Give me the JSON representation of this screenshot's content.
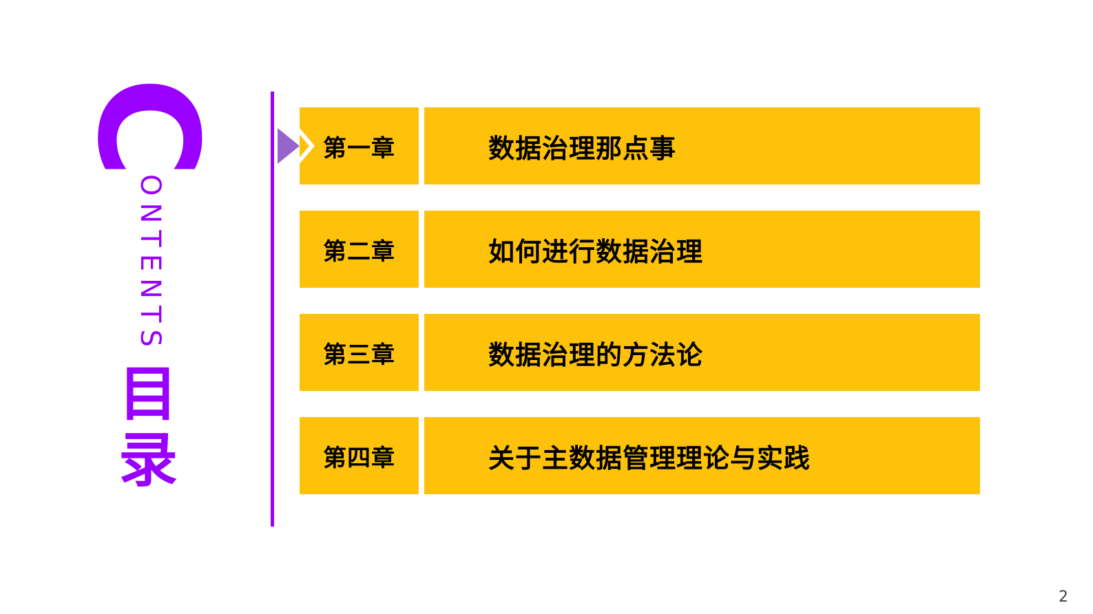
{
  "slide": {
    "background_color": "#ffffff",
    "page_number": "2",
    "accent_purple": "#9900ff",
    "marker_purple": "#9664cd",
    "box_yellow": "#ffc20a",
    "text_color": "#000000"
  },
  "decoration": {
    "big_letter": "C",
    "word_rest": "ONTENTS",
    "heading_chars": [
      "目",
      "录"
    ]
  },
  "rows": [
    {
      "chapter": "第一章",
      "title": "数据治理那点事",
      "active": true
    },
    {
      "chapter": "第二章",
      "title": "如何进行数据治理",
      "active": false
    },
    {
      "chapter": "第三章",
      "title": "数据治理的方法论",
      "active": false
    },
    {
      "chapter": "第四章",
      "title": "关于主数据管理理论与实践",
      "active": false
    }
  ]
}
